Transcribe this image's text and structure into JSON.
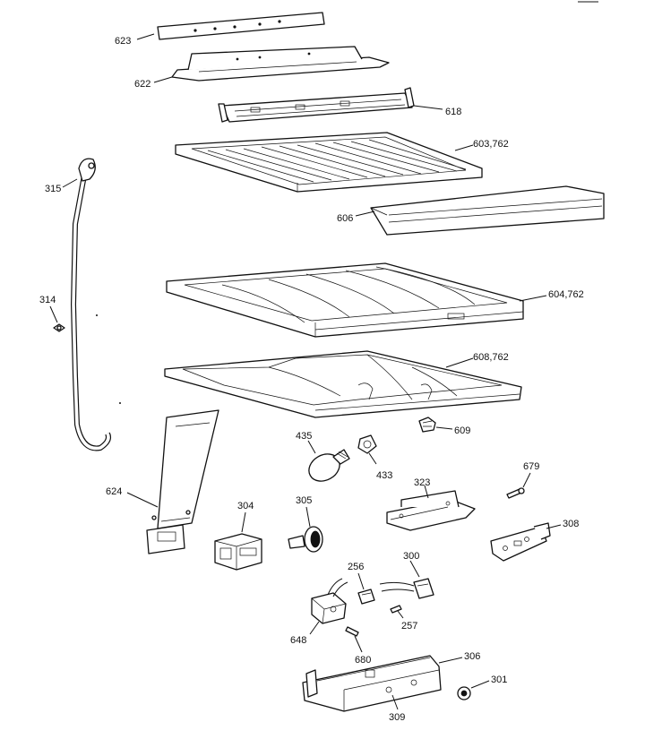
{
  "callouts": {
    "c623": "623",
    "c622": "622",
    "c618": "618",
    "c603": "603,762",
    "c315": "315",
    "c606": "606",
    "c314": "314",
    "c604": "604,762",
    "c608": "608,762",
    "c609": "609",
    "c435": "435",
    "c433": "433",
    "c679": "679",
    "c624": "624",
    "c304": "304",
    "c305": "305",
    "c323": "323",
    "c308": "308",
    "c256": "256",
    "c300": "300",
    "c257": "257",
    "c648": "648",
    "c680": "680",
    "c306": "306",
    "c301": "301",
    "c309": "309"
  }
}
